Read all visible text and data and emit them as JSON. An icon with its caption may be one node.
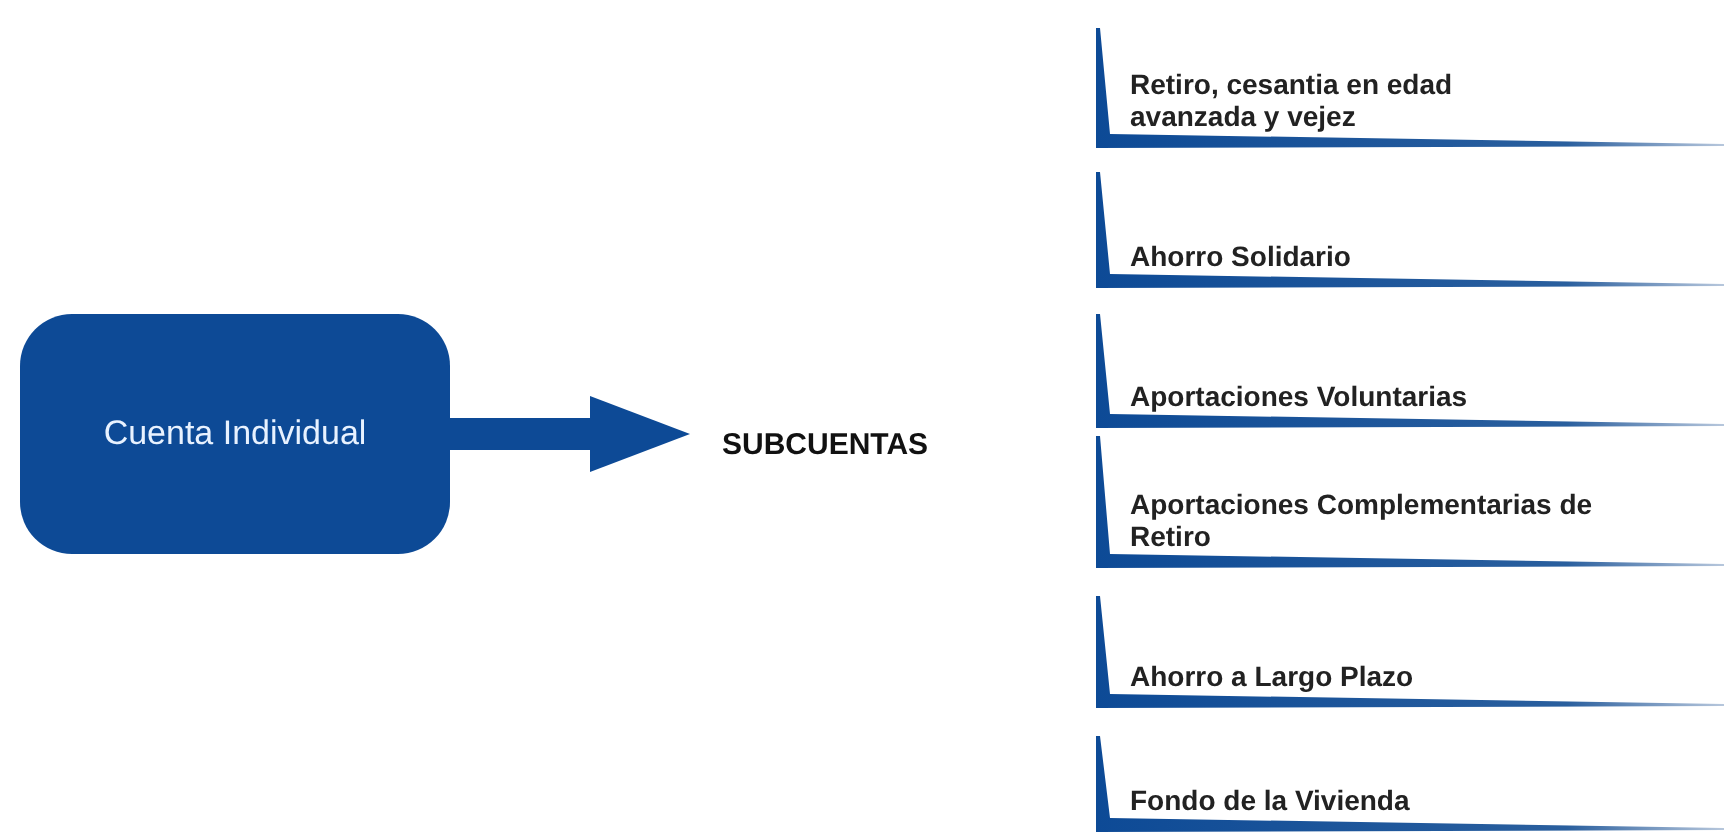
{
  "diagram": {
    "nodes": [
      {
        "text": [
          "Cuenta Individual"
        ]
      },
      {
        "text": [
          "SUBCUENTAS"
        ]
      },
      {
        "text": [
          "Retiro, cesantia en edad avanzada y vejez"
        ]
      },
      {
        "text": [
          "Ahorro Solidario"
        ]
      },
      {
        "text": [
          "Aportaciones Voluntarias"
        ]
      },
      {
        "text": [
          "Aportaciones Complementarias de Retiro"
        ]
      },
      {
        "text": [
          "Ahorro a Largo Plazo"
        ]
      },
      {
        "text": [
          "Fondo de la Vivienda"
        ]
      }
    ],
    "edges": [
      {
        "from": 0,
        "to": 1,
        "arrow": "to"
      }
    ]
  }
}
